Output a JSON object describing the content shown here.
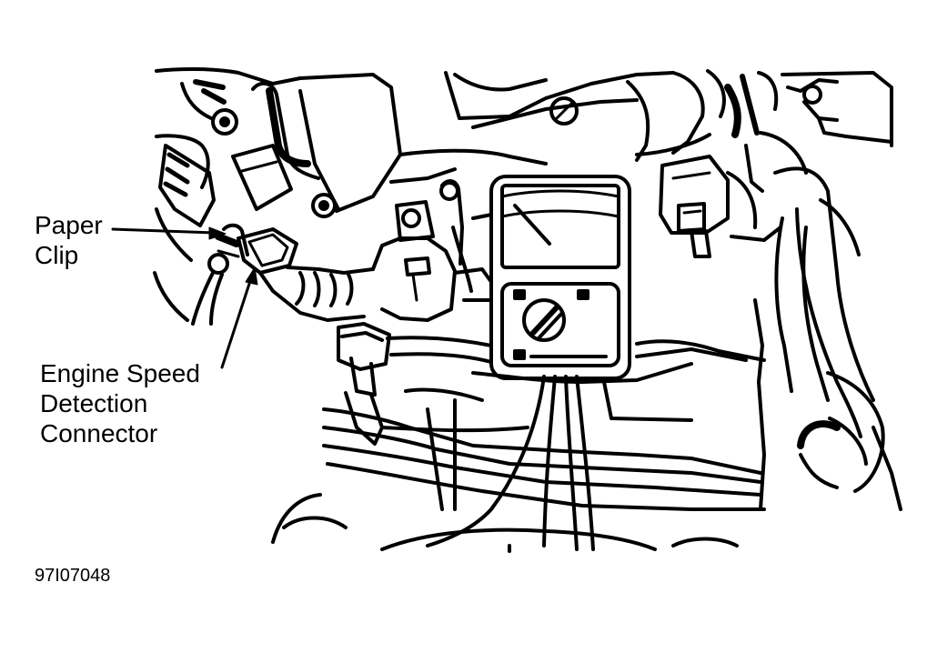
{
  "labels": {
    "paper_clip": {
      "lines": [
        "Paper",
        "Clip"
      ]
    },
    "engine_speed_connector": {
      "lines": [
        "Engine Speed",
        "Detection",
        "Connector"
      ]
    }
  },
  "figure_id": "97I07048",
  "colors": {
    "ink": "#000000",
    "paper": "#ffffff"
  }
}
